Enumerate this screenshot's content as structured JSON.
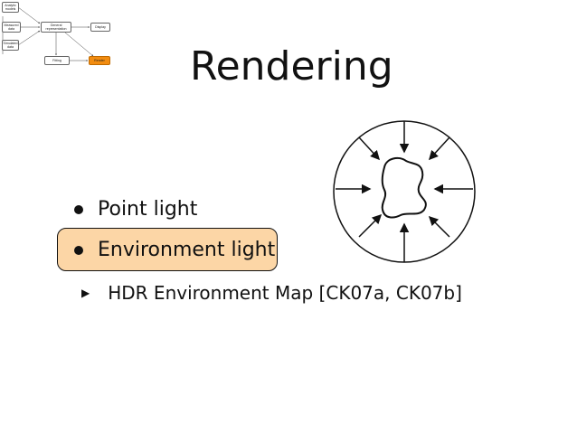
{
  "slide": {
    "title": "Rendering",
    "bullets": [
      {
        "label": "Point light"
      },
      {
        "label": "Environment light"
      }
    ],
    "sub_bullet": "HDR Environment Map [CK07a, CK07b]",
    "highlight_color": "#fcd6a6",
    "accent_color": "#f28c10"
  },
  "flow_diagram": {
    "nodes": {
      "analytic_models": "Analytic models",
      "measured_data": "Measured data",
      "simulated_data": "Simulated data",
      "general_representation": "General representation",
      "fitting": "Fitting",
      "display": "Display",
      "render": "Render"
    },
    "active_node": "Render"
  },
  "figure": {
    "icons": [
      "sphere-outline",
      "blob-object",
      "incoming-light-arrows"
    ]
  }
}
